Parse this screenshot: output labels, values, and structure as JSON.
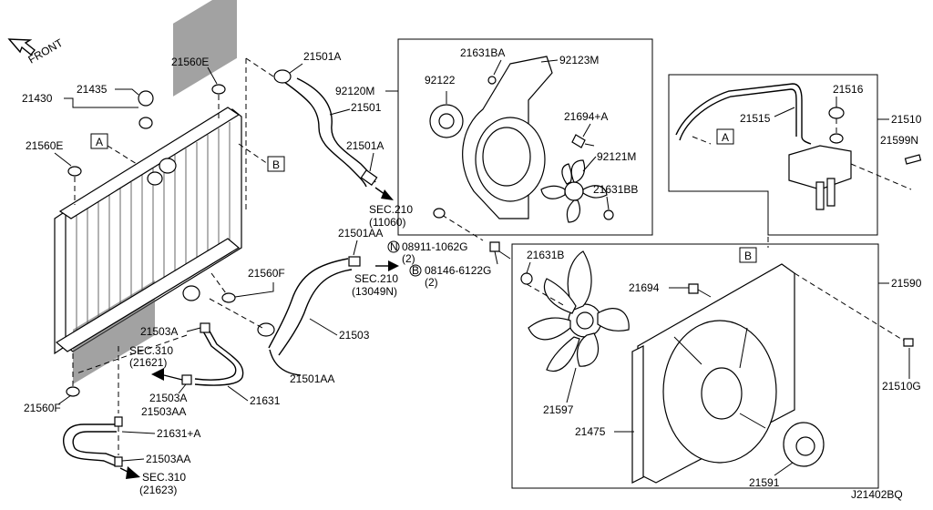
{
  "diagram": {
    "front_label": "FRONT",
    "drawing_number": "J21402BQ",
    "callouts": {
      "p21430": "21430",
      "p21435": "21435",
      "p21560E_top": "21560E",
      "p21560E_left": "21560E",
      "p21560F_right": "21560F",
      "p21560F_bottom": "21560F",
      "p21501A_top": "21501A",
      "p21501": "21501",
      "p21501A_mid": "21501A",
      "p21501AA_top": "21501AA",
      "p21501AA_bottom": "21501AA",
      "p21503": "21503",
      "p21503A_top": "21503A",
      "p21503A_bottom": "21503A",
      "p21503AA_1": "21503AA",
      "p21503AA_2": "21503AA",
      "p21631": "21631",
      "p21631A": "21631+A",
      "p92120M": "92120M",
      "p21631BA": "21631BA",
      "p92123M": "92123M",
      "p92122": "92122",
      "p21694A": "21694+A",
      "p92121M": "92121M",
      "p21631BB": "21631BB",
      "p21515": "21515",
      "p21516": "21516",
      "p21510": "21510",
      "p21599N": "21599N",
      "p21590": "21590",
      "p21631B": "21631B",
      "p21694": "21694",
      "p21597": "21597",
      "p21475": "21475",
      "p21591": "21591",
      "p21510G": "21510G"
    },
    "sec_refs": {
      "sec210a": "SEC.210",
      "sec210a_num": "(11060)",
      "sec210b": "SEC.210",
      "sec210b_num": "(13049N)",
      "sec310a": "SEC.310",
      "sec310a_num": "(21621)",
      "sec310b": "SEC.310",
      "sec310b_num": "(21623)"
    },
    "bolts": {
      "n_code": "08911-1062G",
      "n_qty": "(2)",
      "b_code": "08146-6122G",
      "b_qty": "(2)",
      "n_symbol": "N",
      "b_symbol": "B"
    },
    "ref_boxes": {
      "a_left": "A",
      "b_left": "B",
      "a_right": "A",
      "b_right": "B"
    }
  }
}
